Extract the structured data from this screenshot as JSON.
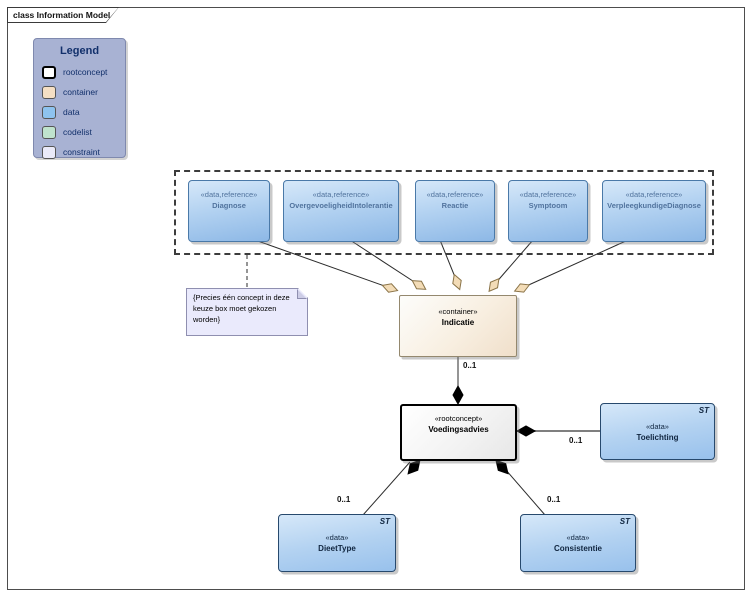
{
  "frame": {
    "title": "class Information Model"
  },
  "legend": {
    "title": "Legend",
    "items": [
      {
        "label": "rootconcept",
        "swatch": "#ffffff"
      },
      {
        "label": "container",
        "swatch": "#f5dfc4"
      },
      {
        "label": "data",
        "swatch": "#8ec3ef"
      },
      {
        "label": "codelist",
        "swatch": "#bfe3cd"
      },
      {
        "label": "constraint",
        "swatch": "#eaeaf9"
      }
    ]
  },
  "choice_group": {
    "boxes": [
      {
        "stereotype": "«data,reference»",
        "name": "Diagnose"
      },
      {
        "stereotype": "«data,reference»",
        "name": "OvergevoeligheidIntolerantie"
      },
      {
        "stereotype": "«data,reference»",
        "name": "Reactie"
      },
      {
        "stereotype": "«data,reference»",
        "name": "Symptoom"
      },
      {
        "stereotype": "«data,reference»",
        "name": "VerpleegkundigeDiagnose"
      }
    ]
  },
  "note": {
    "text": "{Precies één concept in deze keuze box moet gekozen worden}"
  },
  "container_box": {
    "stereotype": "«container»",
    "name": "Indicatie"
  },
  "root_box": {
    "stereotype": "«rootconcept»",
    "name": "Voedingsadvies"
  },
  "data_boxes": {
    "toelichting": {
      "stereotype": "«data»",
      "name": "Toelichting",
      "tag": "ST"
    },
    "dieettype": {
      "stereotype": "«data»",
      "name": "DieetType",
      "tag": "ST"
    },
    "consistentie": {
      "stereotype": "«data»",
      "name": "Consistentie",
      "tag": "ST"
    }
  },
  "multiplicities": {
    "indicatie_voedingsadvies": "0..1",
    "voedingsadvies_toelichting": "0..1",
    "voedingsadvies_dieettype": "0..1",
    "voedingsadvies_consistentie": "0..1"
  },
  "colors": {
    "legend_bg": "#a8b2d3",
    "ref_box_fill_top": "#d6e8f9",
    "ref_box_fill_bottom": "#8db8e6",
    "ref_box_border": "#4a79a8",
    "ref_text": "#52749e",
    "data_box_border": "#27496d",
    "container_fill": "#f0dfca",
    "root_border": "#000000",
    "note_bg": "#eaeafc",
    "aggregation_diamond": "#f3dcb7",
    "composition_diamond": "#000000"
  }
}
